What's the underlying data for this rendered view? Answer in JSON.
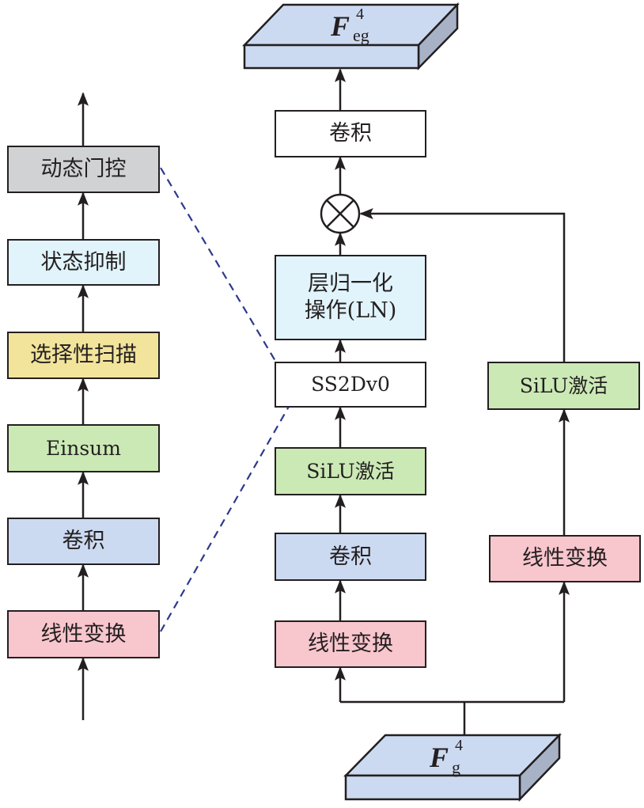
{
  "diagram": {
    "type": "neural-network-block-diagram",
    "colors": {
      "stroke": "#231f20",
      "dashed_link": "#2b3990",
      "gray": "#d1d2d3",
      "light_cyan": "#e1f3fb",
      "yellow": "#f2e49b",
      "green": "#cbe9b5",
      "blue": "#ccdaf1",
      "pink": "#f8c6cd",
      "white": "#ffffff",
      "tensor_top": "#ccdaf1",
      "tensor_side": "#a8b2c7"
    },
    "left_column": {
      "blocks": [
        {
          "id": "dynamic-gating",
          "label": "动态门控",
          "color": "#d1d2d3"
        },
        {
          "id": "state-suppression",
          "label": "状态抑制",
          "color": "#e1f3fb"
        },
        {
          "id": "selective-scan",
          "label": "选择性扫描",
          "color": "#f2e49b"
        },
        {
          "id": "einsum",
          "label": "Einsum",
          "color": "#cbe9b5"
        },
        {
          "id": "convolution",
          "label": "卷积",
          "color": "#ccdaf1"
        },
        {
          "id": "linear-transform",
          "label": "线性变换",
          "color": "#f8c6cd"
        }
      ]
    },
    "main_column": {
      "output_tensor": {
        "symbol": "F",
        "superscript": "4",
        "subscript": "eg"
      },
      "blocks": [
        {
          "id": "output-conv",
          "label": "卷积",
          "color": "#ffffff"
        },
        {
          "id": "multiply-node",
          "label": "⊗"
        },
        {
          "id": "layer-norm",
          "label": "层归一化\n操作(LN)",
          "color": "#e1f3fb"
        },
        {
          "id": "ss2dv0",
          "label": "SS2Dv0",
          "color": "#ffffff"
        },
        {
          "id": "silu-main",
          "label": "SiLU激活",
          "color": "#cbe9b5"
        },
        {
          "id": "conv-main",
          "label": "卷积",
          "color": "#ccdaf1"
        },
        {
          "id": "linear-main",
          "label": "线性变换",
          "color": "#f8c6cd"
        }
      ],
      "input_tensor": {
        "symbol": "F",
        "superscript": "4",
        "subscript": "g"
      }
    },
    "right_branch": {
      "blocks": [
        {
          "id": "silu-branch",
          "label": "SiLU激活",
          "color": "#cbe9b5"
        },
        {
          "id": "linear-branch",
          "label": "线性变换",
          "color": "#f8c6cd"
        }
      ]
    }
  }
}
